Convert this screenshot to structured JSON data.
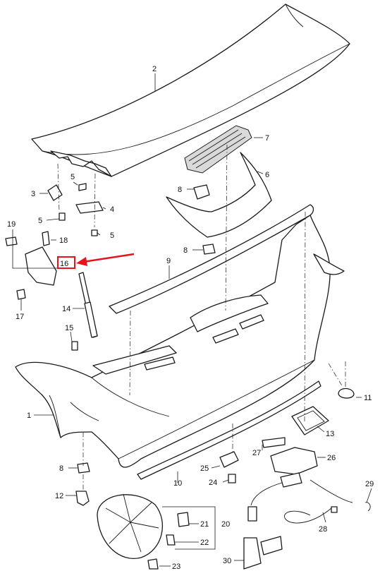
{
  "diagram": {
    "callouts": {
      "c1": "1",
      "c2": "2",
      "c3": "3",
      "c4": "4",
      "c5a": "5",
      "c5b": "5",
      "c5c": "5",
      "c6": "6",
      "c7": "7",
      "c8a": "8",
      "c8b": "8",
      "c8c": "8",
      "c9": "9",
      "c10": "10",
      "c11": "11",
      "c12": "12",
      "c13": "13",
      "c14": "14",
      "c15": "15",
      "c16": "16",
      "c17": "17",
      "c18": "18",
      "c19": "19",
      "c20": "20",
      "c21": "21",
      "c22": "22",
      "c23": "23",
      "c24": "24",
      "c25": "25",
      "c26": "26",
      "c27": "27",
      "c28": "28",
      "c29": "29",
      "c30": "30"
    },
    "highlight": {
      "callout": "16",
      "color": "#e8121c"
    }
  }
}
